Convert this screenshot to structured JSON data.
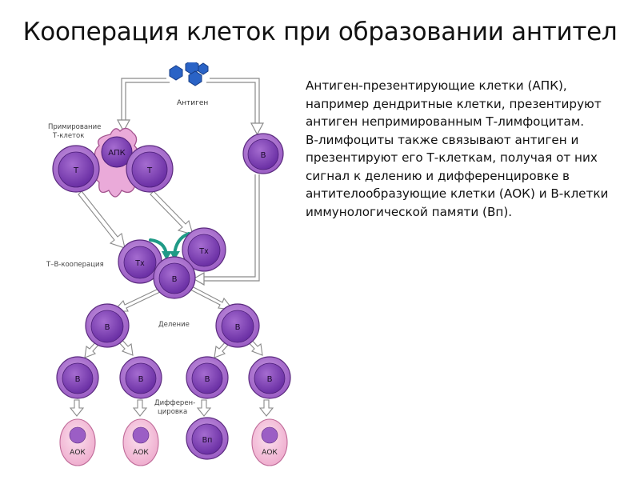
{
  "title": "Кооперация клеток при образовании антител",
  "description": {
    "para1": "Антиген-презентирующие клетки (АПК), например дендритные клетки, презентируют антиген непримированным Т-лимфоцитам.",
    "para2": "В-лимфоциты также связывают антиген и презентируют его Т-клеткам, получая от них сигнал к делению и дифференцировке в антителообразующие клетки (АОК) и В-клетки иммунологической памяти (Вп)."
  },
  "diagram": {
    "antigen_label": "Антиген",
    "priming_label_1": "Примирование",
    "priming_label_2": "Т-клеток",
    "tb_label": "Т–В-кооперация",
    "division_label": "Деление",
    "diff_label_1": "Дифферен-",
    "diff_label_2": "цировка",
    "cells": {
      "apc": "АПК",
      "t1": "Т",
      "t2": "Т",
      "b_top": "В",
      "th1": "Тх",
      "th2": "Тх",
      "b_center": "В",
      "b_div_left": "В",
      "b_div_right": "В",
      "b_row3_1": "В",
      "b_row3_2": "В",
      "b_row3_3": "В",
      "b_row3_4": "В",
      "aok1": "АОК",
      "aok2": "АОК",
      "bp": "Вп",
      "aok3": "АОК"
    },
    "colors": {
      "cell_fill": "#b17ad0",
      "nucleus_fill": "#7a3fb0",
      "apc_fill": "#e9a8d8",
      "aok_fill": "#f4c1dd",
      "aok_nucleus": "#9b5ec5",
      "antigen": "#2a63c6",
      "arrow_outline": "#777777",
      "teal_arrow": "#1f9a86"
    }
  }
}
